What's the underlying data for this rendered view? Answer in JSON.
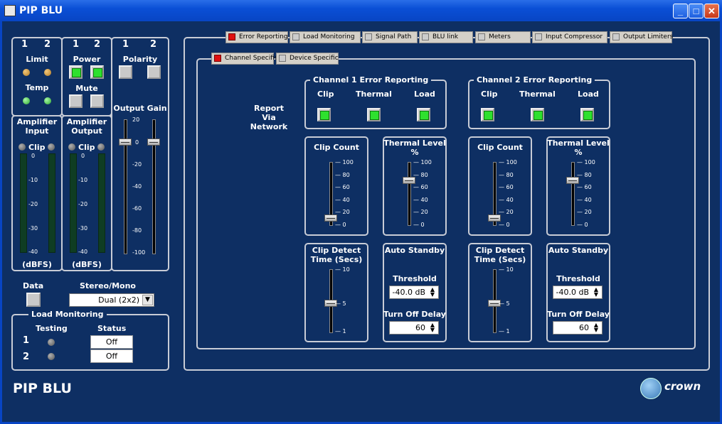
{
  "window": {
    "title": "PIP BLU",
    "controls": [
      "minimize",
      "maximize",
      "close"
    ]
  },
  "left": {
    "status": {
      "ch1": "1",
      "ch2": "2",
      "limit": "Limit",
      "temp": "Temp"
    },
    "power": {
      "ch1": "1",
      "ch2": "2",
      "power": "Power",
      "mute": "Mute"
    },
    "polarity": {
      "ch1": "1",
      "ch2": "2",
      "label": "Polarity"
    },
    "amp_input": {
      "title": "Amplifier Input",
      "clip": "Clip",
      "unit": "(dBFS)",
      "scale": [
        "0",
        "-10",
        "-20",
        "-30",
        "-40"
      ]
    },
    "amp_output": {
      "title": "Amplifier Output",
      "clip": "Clip",
      "unit": "(dBFS)",
      "scale": [
        "0",
        "-10",
        "-20",
        "-30",
        "-40"
      ]
    },
    "output_gain": {
      "title": "Output Gain",
      "scale": [
        "20",
        "0",
        "-20",
        "-40",
        "-60",
        "-80",
        "-100"
      ]
    },
    "data": {
      "label": "Data"
    },
    "stereo": {
      "label": "Stereo/Mono",
      "value": "Dual (2x2)"
    },
    "load": {
      "title": "Load Monitoring",
      "testing": "Testing",
      "status": "Status",
      "rows": [
        {
          "ch": "1",
          "status": "Off"
        },
        {
          "ch": "2",
          "status": "Off"
        }
      ]
    },
    "brand": "PIP BLU"
  },
  "tabs": [
    {
      "label": "Error Reporting",
      "active": true
    },
    {
      "label": "Load Monitoring"
    },
    {
      "label": "Signal Path"
    },
    {
      "label": "BLU link"
    },
    {
      "label": "Meters"
    },
    {
      "label": "Input Compressor"
    },
    {
      "label": "Output Limiters"
    }
  ],
  "subtabs": [
    {
      "label": "Channel Specific",
      "active": true
    },
    {
      "label": "Device Specific"
    }
  ],
  "report_via": "Report Via Network",
  "channels": [
    {
      "title": "Channel 1 Error Reporting",
      "clip": "Clip",
      "thermal": "Thermal",
      "load": "Load",
      "clip_count": "Clip Count",
      "thermal_level": "Thermal Level %",
      "clip_detect": "Clip Detect Time (Secs)",
      "auto_standby": "Auto Standby",
      "threshold": "Threshold",
      "threshold_value": "-40.0 dB",
      "turn_off": "Turn Off Delay",
      "turn_off_value": "60",
      "clip_count_level": 10,
      "thermal_level_value": 70,
      "clip_detect_value": 5
    },
    {
      "title": "Channel 2 Error Reporting",
      "clip": "Clip",
      "thermal": "Thermal",
      "load": "Load",
      "clip_count": "Clip Count",
      "thermal_level": "Thermal Level %",
      "clip_detect": "Clip Detect Time (Secs)",
      "auto_standby": "Auto Standby",
      "threshold": "Threshold",
      "threshold_value": "-40.0 dB",
      "turn_off": "Turn Off Delay",
      "turn_off_value": "60",
      "clip_count_level": 10,
      "thermal_level_value": 70,
      "clip_detect_value": 5
    }
  ],
  "scales": {
    "percent": [
      "100",
      "80",
      "60",
      "40",
      "20",
      "0"
    ],
    "detect": [
      "10",
      "5",
      "1"
    ]
  },
  "logo": "crown"
}
